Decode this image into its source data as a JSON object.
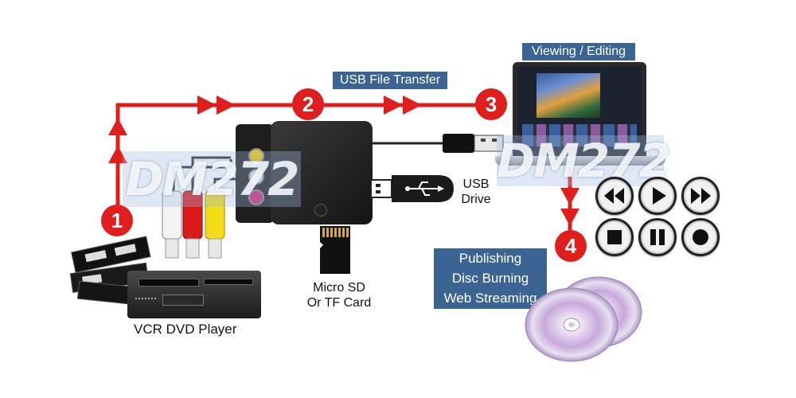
{
  "labels": {
    "usb_file_transfer": "USB File Transfer",
    "viewing_editing": "Viewing / Editing",
    "usb_drive_line1": "USB",
    "usb_drive_line2": "Drive",
    "micro_sd_line1": "Micro SD",
    "micro_sd_line2": "Or TF Card",
    "vcr_dvd": "VCR DVD Player",
    "publishing_line1": "Publishing",
    "publishing_line2": "Disc Burning",
    "publishing_line3": "Web Streaming"
  },
  "steps": [
    "1",
    "2",
    "3",
    "4"
  ],
  "watermark": "DM272",
  "controls": [
    "rewind-icon",
    "play-icon",
    "fast-forward-icon",
    "stop-icon",
    "pause-icon",
    "record-icon"
  ],
  "colors": {
    "arrow_red": "#e01e1e",
    "label_blue": "#3c6493",
    "device_black": "#1b1b1b"
  }
}
